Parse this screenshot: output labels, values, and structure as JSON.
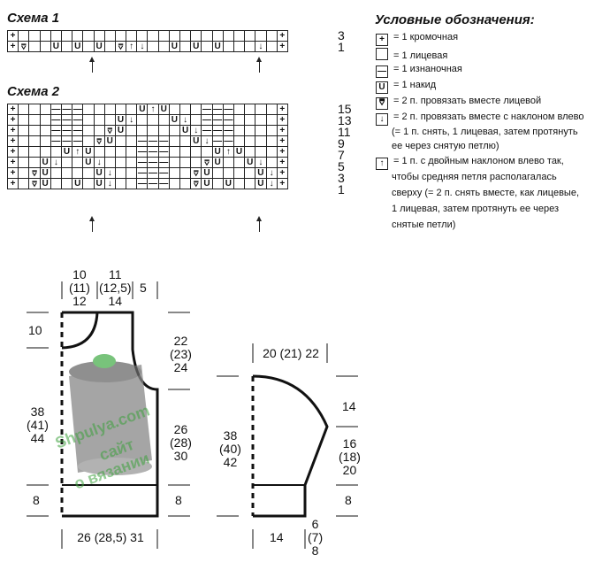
{
  "scheme1": {
    "title": "Схема 1",
    "rows": [
      [
        "+",
        "",
        "",
        "",
        "",
        "",
        "",
        "",
        "",
        "",
        "",
        "",
        "",
        "",
        "",
        "",
        "",
        "",
        "",
        "",
        "",
        "",
        "",
        "",
        "",
        "+"
      ],
      [
        "+",
        "sl",
        "",
        "",
        "U",
        "",
        "U",
        "",
        "U",
        "",
        "sl",
        "up",
        "dn",
        "",
        "",
        "U",
        "",
        "U",
        "",
        "U",
        "",
        "",
        "",
        "dn",
        "",
        "+"
      ]
    ],
    "row_numbers": [
      "3",
      "1"
    ]
  },
  "scheme2": {
    "title": "Схема 2",
    "rows": [
      [
        "+",
        "",
        "",
        "",
        "-",
        "-",
        "-",
        "",
        "",
        "",
        "",
        "",
        "U",
        "up",
        "U",
        "",
        "",
        "",
        "-",
        "-",
        "-",
        "",
        "",
        "",
        "",
        "+"
      ],
      [
        "+",
        "",
        "",
        "",
        "-",
        "-",
        "-",
        "",
        "",
        "",
        "U",
        "dn",
        "",
        "",
        "",
        "U",
        "dn",
        "",
        "-",
        "-",
        "-",
        "",
        "",
        "",
        "",
        "+"
      ],
      [
        "+",
        "",
        "",
        "",
        "-",
        "-",
        "-",
        "",
        "",
        "sl",
        "U",
        "",
        "",
        "",
        "",
        "",
        "U",
        "dn",
        "-",
        "-",
        "-",
        "",
        "",
        "",
        "",
        "+"
      ],
      [
        "+",
        "",
        "",
        "",
        "-",
        "-",
        "-",
        "",
        "sl",
        "U",
        "",
        "",
        "-",
        "-",
        "-",
        "",
        "",
        "U",
        "dn",
        "-",
        "-",
        "",
        "",
        "",
        "",
        "+"
      ],
      [
        "+",
        "",
        "",
        "",
        "",
        "U",
        "up",
        "U",
        "",
        "",
        "",
        "",
        "-",
        "-",
        "-",
        "",
        "",
        "",
        "",
        "U",
        "up",
        "U",
        "",
        "",
        "",
        "+"
      ],
      [
        "+",
        "",
        "",
        "U",
        "dn",
        "",
        "",
        "U",
        "dn",
        "",
        "",
        "",
        "-",
        "-",
        "-",
        "",
        "",
        "",
        "sl",
        "U",
        "",
        "",
        "U",
        "dn",
        "",
        "+"
      ],
      [
        "+",
        "",
        "sl",
        "U",
        "",
        "",
        "",
        "",
        "U",
        "dn",
        "",
        "",
        "-",
        "-",
        "-",
        "",
        "",
        "sl",
        "U",
        "",
        "",
        "",
        "",
        "U",
        "dn",
        "+"
      ],
      [
        "+",
        "",
        "sl",
        "U",
        "",
        "",
        "U",
        "",
        "U",
        "dn",
        "",
        "",
        "-",
        "-",
        "-",
        "",
        "",
        "sl",
        "U",
        "",
        "U",
        "",
        "",
        "U",
        "dn",
        "+"
      ]
    ],
    "row_numbers": [
      "15",
      "13",
      "11",
      "9",
      "7",
      "5",
      "3",
      "1"
    ]
  },
  "symbols": {
    "+": "+",
    "-": "—",
    "U": "U",
    "up": "↑",
    "dn": "↓",
    "sl": "⩢"
  },
  "legend": {
    "title": "Условные обозначения:",
    "items": [
      {
        "sym": "+",
        "text": "= 1 кромочная"
      },
      {
        "sym": "",
        "text": "= 1 лицевая"
      },
      {
        "sym": "—",
        "text": "= 1 изнаночная"
      },
      {
        "sym": "U",
        "text": "= 1 накид"
      },
      {
        "sym": "⩢",
        "text": "= 2 п. провязать вместе лицевой"
      },
      {
        "sym": "↓",
        "text": "= 2 п. провязать вместе с наклоном влево"
      },
      {
        "sym": "↑",
        "text": "= 1 п. с двойным наклоном влево так,"
      }
    ],
    "notes": [
      "(= 1 п. снять, 1 лицевая, затем протянуть",
      "ее через снятую петлю)",
      "чтобы средняя петля располагалась",
      "сверху (= 2 п. снять вместе, как лицевые,",
      "1 лицевая, затем протянуть ее через",
      "снятые петли)"
    ]
  },
  "body_dims": {
    "top_left": "10\n(11)\n12",
    "top_mid": "11\n(12,5)\n14",
    "top_right": "5",
    "neck_depth": "10",
    "armhole": "22\n(23)\n24",
    "side": "38\n(41)\n44",
    "side_right": "26\n(28)\n30",
    "hem_left": "8",
    "hem_right": "8",
    "width": "26 (28,5) 31"
  },
  "sleeve_dims": {
    "top": "20 (21) 22",
    "cap": "14",
    "length": "38\n(40)\n42",
    "mid": "16\n(18)\n20",
    "hem_right": "8",
    "bottom": "14",
    "cuff": "6\n(7)\n8"
  },
  "watermark": {
    "line1": "Shpulya.com",
    "line2": "сайт",
    "line3": "о вязании"
  }
}
